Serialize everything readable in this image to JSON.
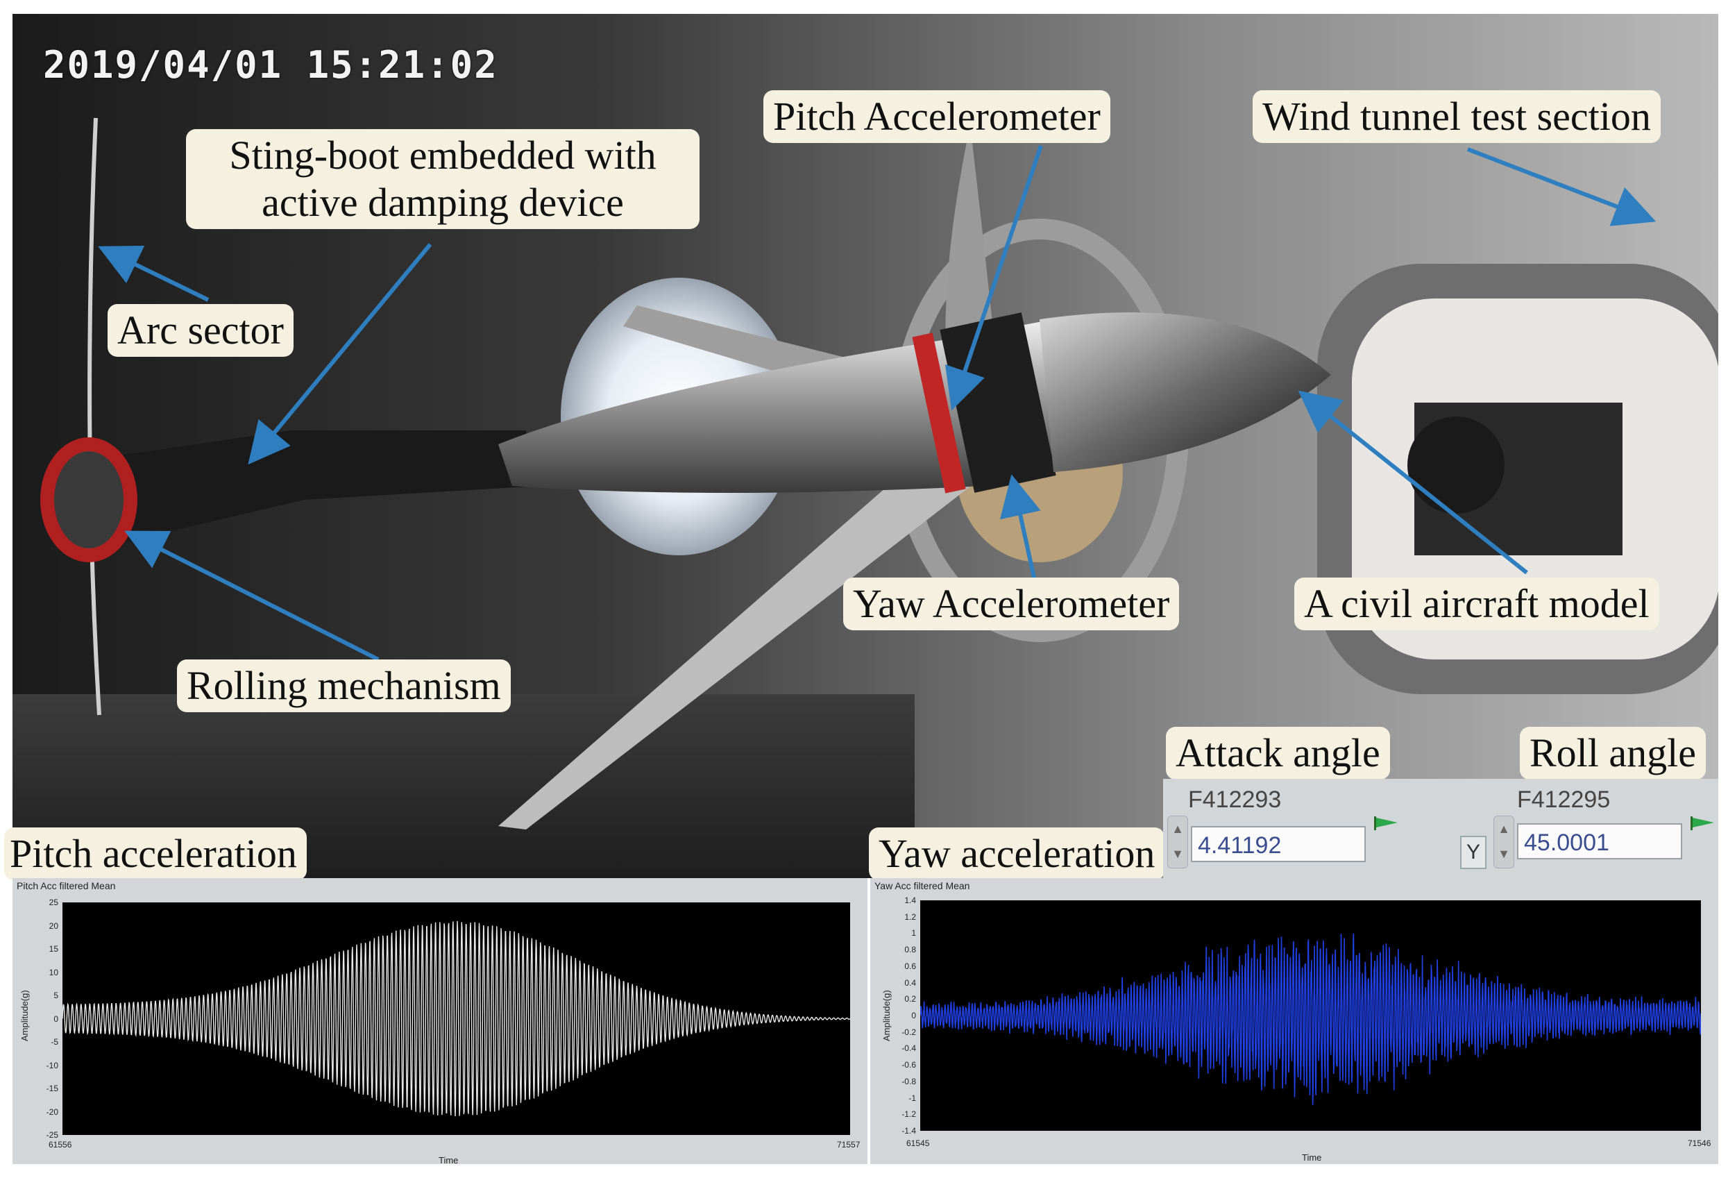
{
  "timestamp": "2019/04/01 15:21:02",
  "callouts": {
    "sting_boot": "Sting-boot embedded with active damping device",
    "arc_sector": "Arc sector",
    "rolling_mechanism": "Rolling mechanism",
    "pitch_accelerometer": "Pitch Accelerometer",
    "wind_tunnel": "Wind tunnel test section",
    "yaw_accelerometer": "Yaw Accelerometer",
    "civil_aircraft": "A civil aircraft model",
    "pitch_acceleration": "Pitch acceleration",
    "yaw_acceleration": "Yaw acceleration",
    "attack_angle": "Attack angle",
    "roll_angle": "Roll angle"
  },
  "controls": {
    "attack": {
      "label": "F412293",
      "value": "4.41192"
    },
    "roll": {
      "label": "F412295",
      "value": "45.0001"
    },
    "y_button": "Y"
  },
  "colors": {
    "callout_bg": "#f5f0e0",
    "arrow": "#2f7fc0",
    "pitch_signal": "#e8e8e8",
    "yaw_signal": "#1f3fe0",
    "panel": "#d3d6d8"
  },
  "chart_data": [
    {
      "type": "line",
      "title": "Pitch Acc filtered Mean",
      "xlabel": "Time",
      "ylabel": "Amplitude(g)",
      "x_range": [
        61556,
        71557
      ],
      "x_ticks": [
        "61556",
        "71557"
      ],
      "ylim": [
        -25,
        25
      ],
      "y_ticks": [
        "25",
        "20",
        "15",
        "10",
        "5",
        "0",
        "-5",
        "-10",
        "-15",
        "-20",
        "-25"
      ],
      "series": [
        {
          "envelope": {
            "start": 3,
            "peak": 21,
            "end": 0
          }
        }
      ],
      "grid": false
    },
    {
      "type": "line",
      "title": "Yaw Acc filtered Mean",
      "xlabel": "Time",
      "ylabel": "Amplitude(g)",
      "x_range": [
        61545,
        71546
      ],
      "x_ticks": [
        "61545",
        "71546"
      ],
      "ylim": [
        -1.4,
        1.4
      ],
      "y_ticks": [
        "1.4",
        "1.2",
        "1",
        "0.8",
        "0.6",
        "0.4",
        "0.2",
        "0",
        "-0.2",
        "-0.4",
        "-0.6",
        "-0.8",
        "-1",
        "-1.2",
        "-1.4"
      ],
      "series": [
        {
          "envelope": {
            "start": 0.15,
            "peak": 1.0,
            "end": 0.2
          }
        }
      ],
      "grid": false
    }
  ]
}
